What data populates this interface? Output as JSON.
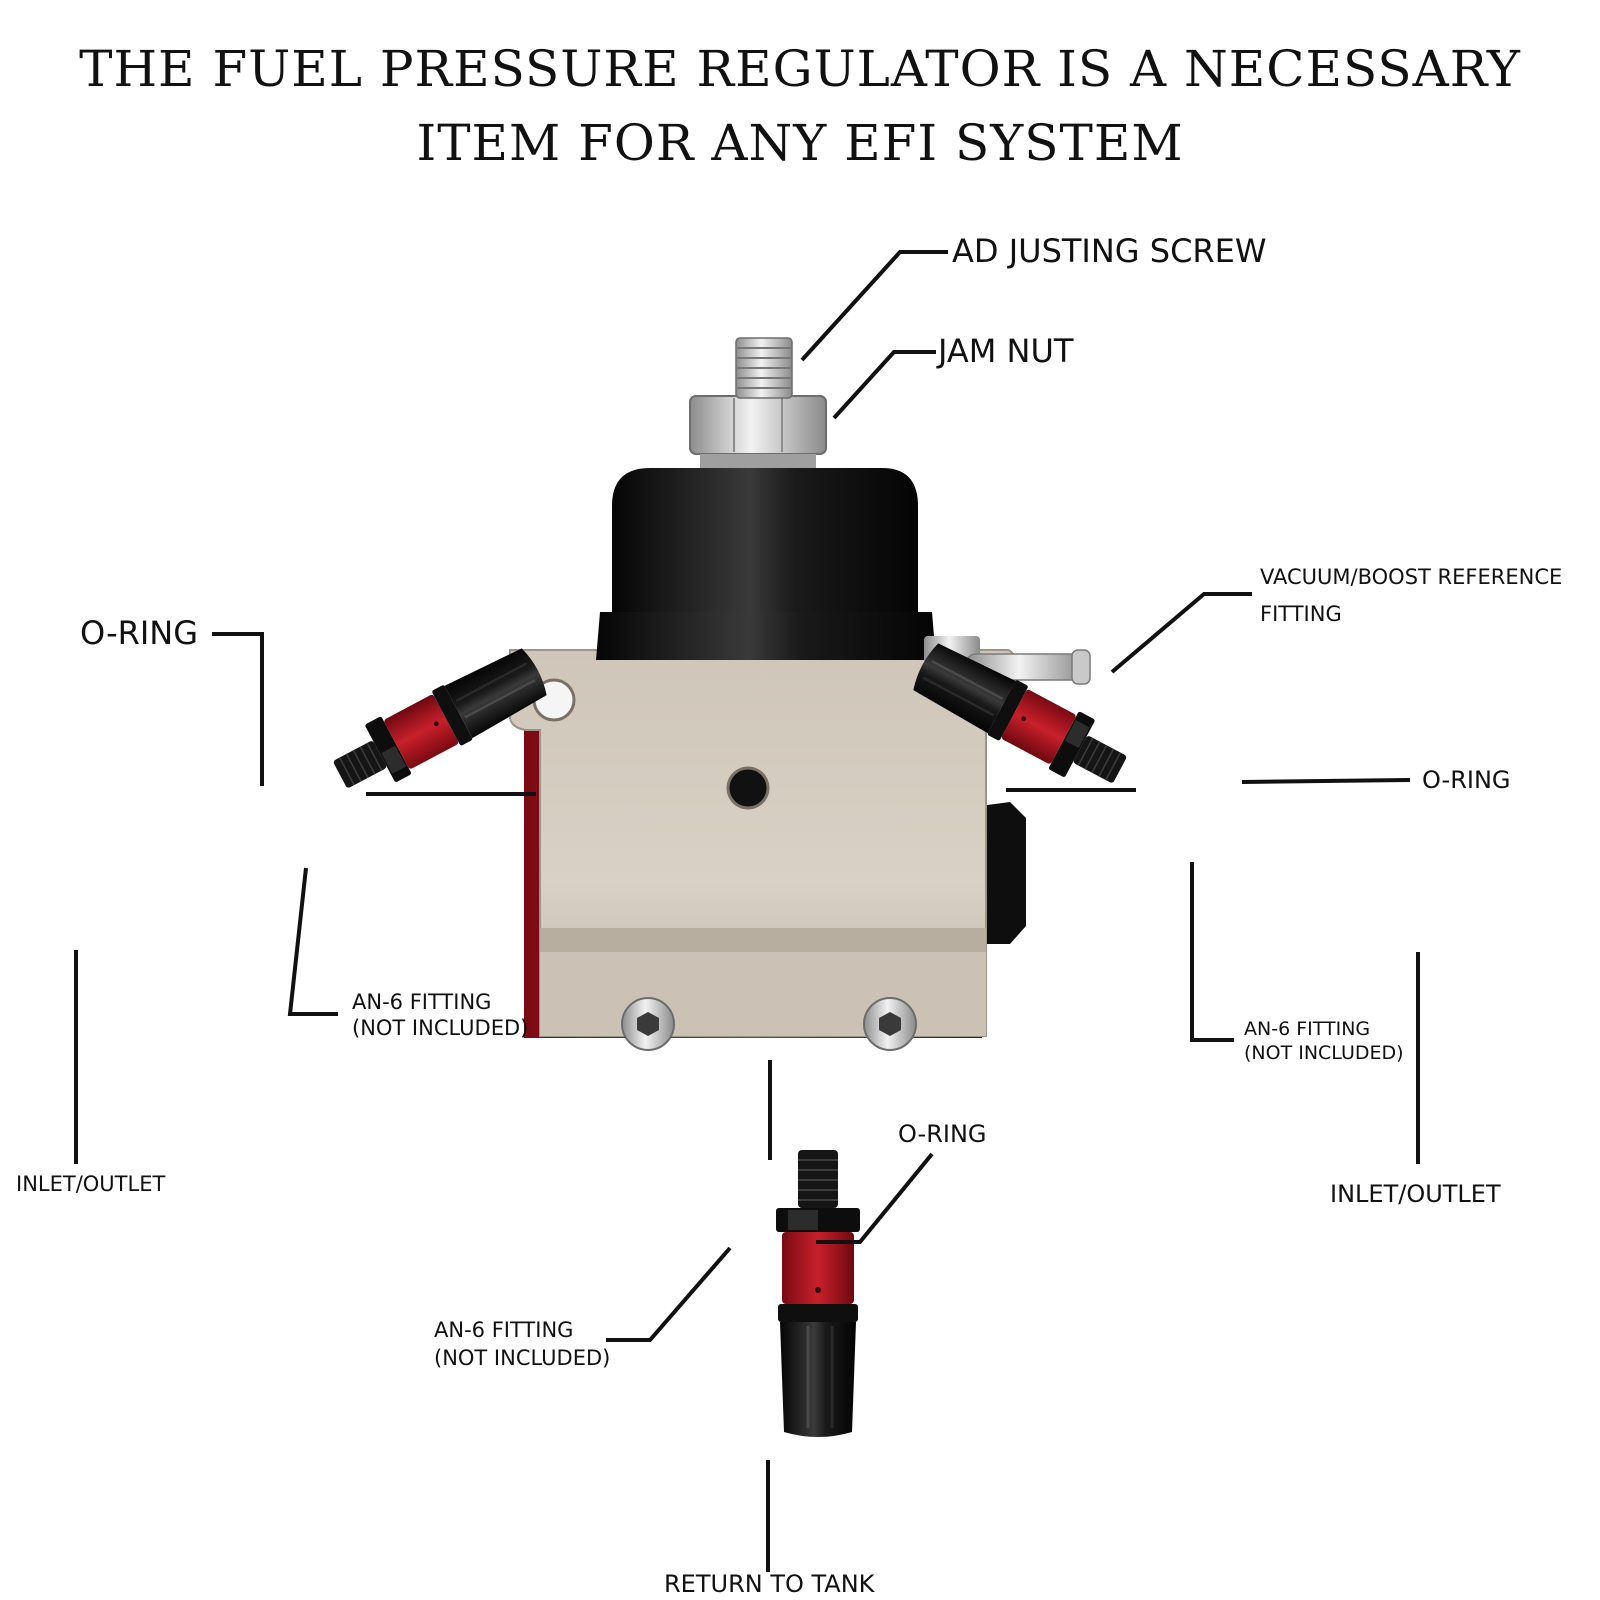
{
  "heading": {
    "line1": "THE FUEL PRESSURE REGULATOR IS A NECESSARY",
    "line2": "ITEM FOR ANY EFI SYSTEM"
  },
  "callouts": {
    "adjusting_screw": "AD JUSTING SCREW",
    "jam_nut": "JAM NUT",
    "vacuum_line1": "VACUUM/BOOST REFERENCE",
    "vacuum_line2": "FITTING",
    "oring_left": "O-RING",
    "oring_right": "O-RING",
    "oring_bottom": "O-RING",
    "fitting_left_line1": "AN-6 FITTING",
    "fitting_left_line2": "(NOT INCLUDED)",
    "fitting_right_line1": "AN-6 FITTING",
    "fitting_right_line2": "(NOT INCLUDED)",
    "fitting_bottom_line1": "AN-6 FITTING",
    "fitting_bottom_line2": "(NOT INCLUDED)",
    "inlet_left": "INLET/OUTLET",
    "inlet_right": "INLET/OUTLET",
    "return_to_tank": "RETURN TO TANK"
  },
  "colors": {
    "anodized_red": "#b3131f",
    "anodized_black": "#121212",
    "bracket_steel": "#c9c0b3",
    "leader_lines": "#111111"
  }
}
